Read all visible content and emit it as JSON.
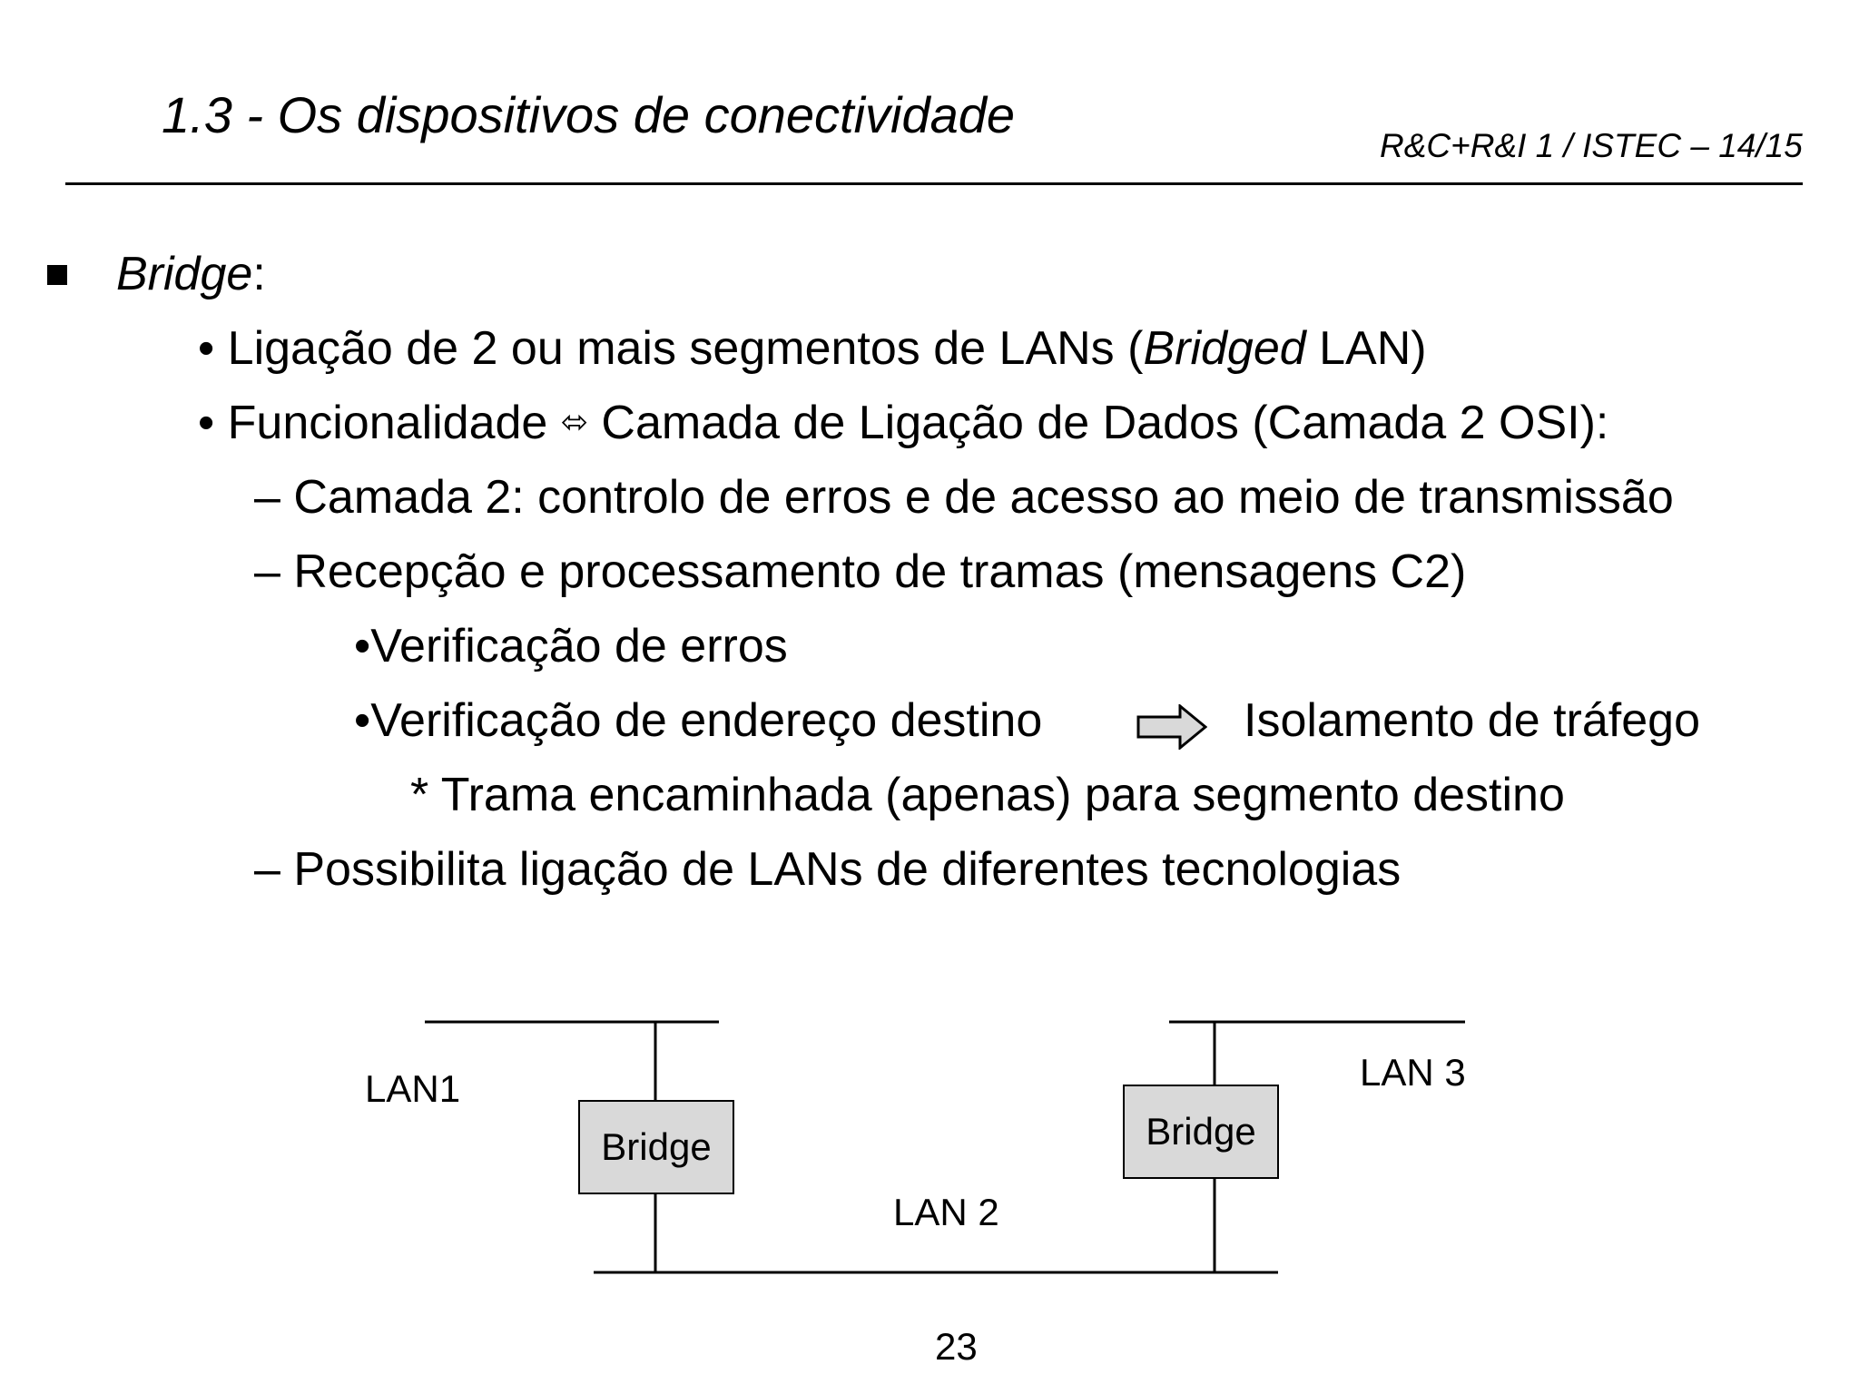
{
  "header": {
    "title": "1.3 - Os dispositivos de conectividade",
    "course_ref": "R&C+R&I 1 / ISTEC – 14/15"
  },
  "content": {
    "topic": "Bridge",
    "topic_suffix": ":",
    "item1": {
      "prefix": "• Ligação de 2 ou mais segmentos de LANs (",
      "emphasis": "Bridged",
      "suffix": " LAN)"
    },
    "item2": {
      "prefix": "• Funcionalidade ",
      "symbol": "⬄",
      "suffix": " Camada de Ligação de Dados (Camada 2 OSI):"
    },
    "sub1": "–  Camada 2: controlo de erros e de acesso ao meio de transmissão",
    "sub2": "–  Recepção e processamento de tramas (mensagens C2)",
    "sub2a": "•Verificação de erros",
    "sub2b": "•Verificação de endereço destino",
    "sub2b_result": "Isolamento de tráfego",
    "sub2b_note": "* Trama encaminhada (apenas) para segmento destino",
    "sub3": "–  Possibilita ligação de LANs de diferentes tecnologias"
  },
  "diagram": {
    "lan1": "LAN1",
    "lan2": "LAN 2",
    "lan3": "LAN 3",
    "bridge_left": "Bridge",
    "bridge_right": "Bridge",
    "bridge_fill": "#d9d9d9"
  },
  "page_number": "23"
}
